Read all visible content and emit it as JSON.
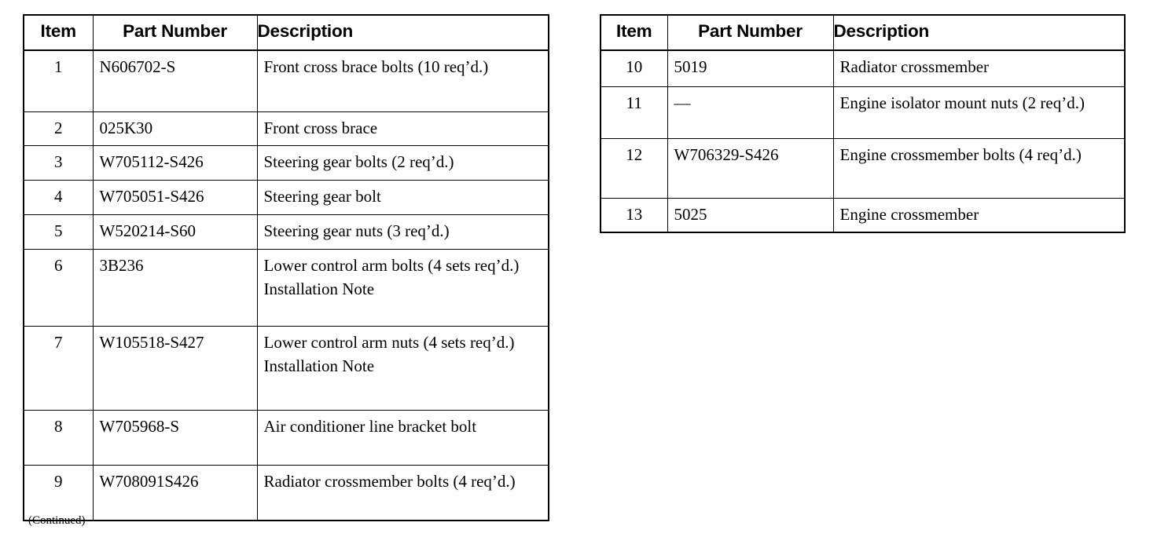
{
  "document": {
    "footer_note": "(Continued)"
  },
  "tables": [
    {
      "id": "table-left",
      "columns": [
        "Item",
        "Part Number",
        "Description"
      ],
      "rows": [
        {
          "item": "1",
          "part_number": "N606702-S",
          "description": [
            "Front cross brace bolts (10 req’d.)"
          ]
        },
        {
          "item": "2",
          "part_number": "025K30",
          "description": [
            "Front cross brace"
          ]
        },
        {
          "item": "3",
          "part_number": "W705112-S426",
          "description": [
            "Steering gear bolts (2 req’d.)"
          ]
        },
        {
          "item": "4",
          "part_number": "W705051-S426",
          "description": [
            "Steering gear bolt"
          ]
        },
        {
          "item": "5",
          "part_number": "W520214-S60",
          "description": [
            "Steering gear nuts (3 req’d.)"
          ]
        },
        {
          "item": "6",
          "part_number": "3B236",
          "description": [
            "Lower control arm bolts (4 sets req’d.)",
            "Installation Note"
          ]
        },
        {
          "item": "7",
          "part_number": "W105518-S427",
          "description": [
            "Lower control arm nuts (4 sets req’d.)",
            "Installation Note"
          ]
        },
        {
          "item": "8",
          "part_number": "W705968-S",
          "description": [
            "Air conditioner line bracket bolt"
          ]
        },
        {
          "item": "9",
          "part_number": "W708091S426",
          "description": [
            "Radiator crossmember bolts (4 req’d.)"
          ]
        }
      ]
    },
    {
      "id": "table-right",
      "columns": [
        "Item",
        "Part Number",
        "Description"
      ],
      "rows": [
        {
          "item": "10",
          "part_number": "5019",
          "description": [
            "Radiator crossmember"
          ]
        },
        {
          "item": "11",
          "part_number": "—",
          "description": [
            "Engine isolator mount nuts (2 req’d.)"
          ]
        },
        {
          "item": "12",
          "part_number": "W706329-S426",
          "description": [
            "Engine crossmember bolts (4 req’d.)"
          ]
        },
        {
          "item": "13",
          "part_number": "5025",
          "description": [
            "Engine crossmember"
          ]
        }
      ]
    }
  ],
  "row_heights": {
    "table-left": [
      78,
      41,
      41,
      41,
      41,
      98,
      107,
      70,
      71
    ],
    "table-right": [
      46,
      66,
      76,
      42
    ]
  },
  "colors": {
    "text": "#000000",
    "background": "#ffffff",
    "border": "#000000"
  }
}
